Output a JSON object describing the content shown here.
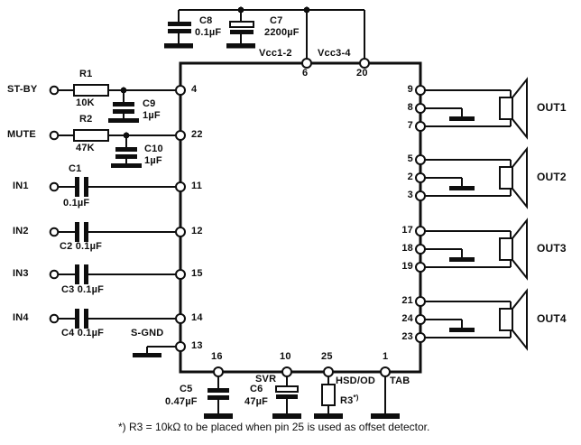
{
  "supply": {
    "vcc12": "Vcc1-2",
    "vcc34": "Vcc3-4"
  },
  "terminals": {
    "stby": "ST-BY",
    "mute": "MUTE",
    "in1": "IN1",
    "in2": "IN2",
    "in3": "IN3",
    "in4": "IN4",
    "sgnd": "S-GND"
  },
  "outputs": {
    "out1": "OUT1",
    "out2": "OUT2",
    "out3": "OUT3",
    "out4": "OUT4"
  },
  "pin_functions": {
    "svr": "SVR",
    "hsd_od": "HSD/OD",
    "tab": "TAB"
  },
  "components": {
    "r1": {
      "name": "R1",
      "value": "10K"
    },
    "r2": {
      "name": "R2",
      "value": "47K"
    },
    "r3": {
      "name": "R3",
      "sup": "*)"
    },
    "c1": {
      "name": "C1",
      "value": "0.1µF"
    },
    "c2": {
      "label": "C2 0.1µF"
    },
    "c3": {
      "label": "C3 0.1µF"
    },
    "c4": {
      "label": "C4 0.1µF"
    },
    "c5": {
      "name": "C5",
      "value": "0.47µF"
    },
    "c6": {
      "name": "C6",
      "value": "47µF"
    },
    "c7": {
      "name": "C7",
      "value": "2200µF"
    },
    "c8": {
      "name": "C8",
      "value": "0.1µF"
    },
    "c9": {
      "name": "C9",
      "value": "1µF"
    },
    "c10": {
      "name": "C10",
      "value": "1µF"
    }
  },
  "pins": {
    "p4": "4",
    "p22": "22",
    "p11": "11",
    "p12": "12",
    "p15": "15",
    "p14": "14",
    "p13": "13",
    "p6": "6",
    "p20": "20",
    "p9": "9",
    "p8": "8",
    "p7": "7",
    "p5": "5",
    "p2": "2",
    "p3": "3",
    "p17": "17",
    "p18": "18",
    "p19": "19",
    "p21": "21",
    "p24": "24",
    "p23": "23",
    "p16": "16",
    "p10": "10",
    "p25": "25",
    "p1": "1"
  },
  "colors": {
    "ink": "#0e0e0e",
    "background": "#ffffff"
  },
  "footnote": "*) R3 = 10kΩ to be placed when pin 25 is used as offset detector."
}
